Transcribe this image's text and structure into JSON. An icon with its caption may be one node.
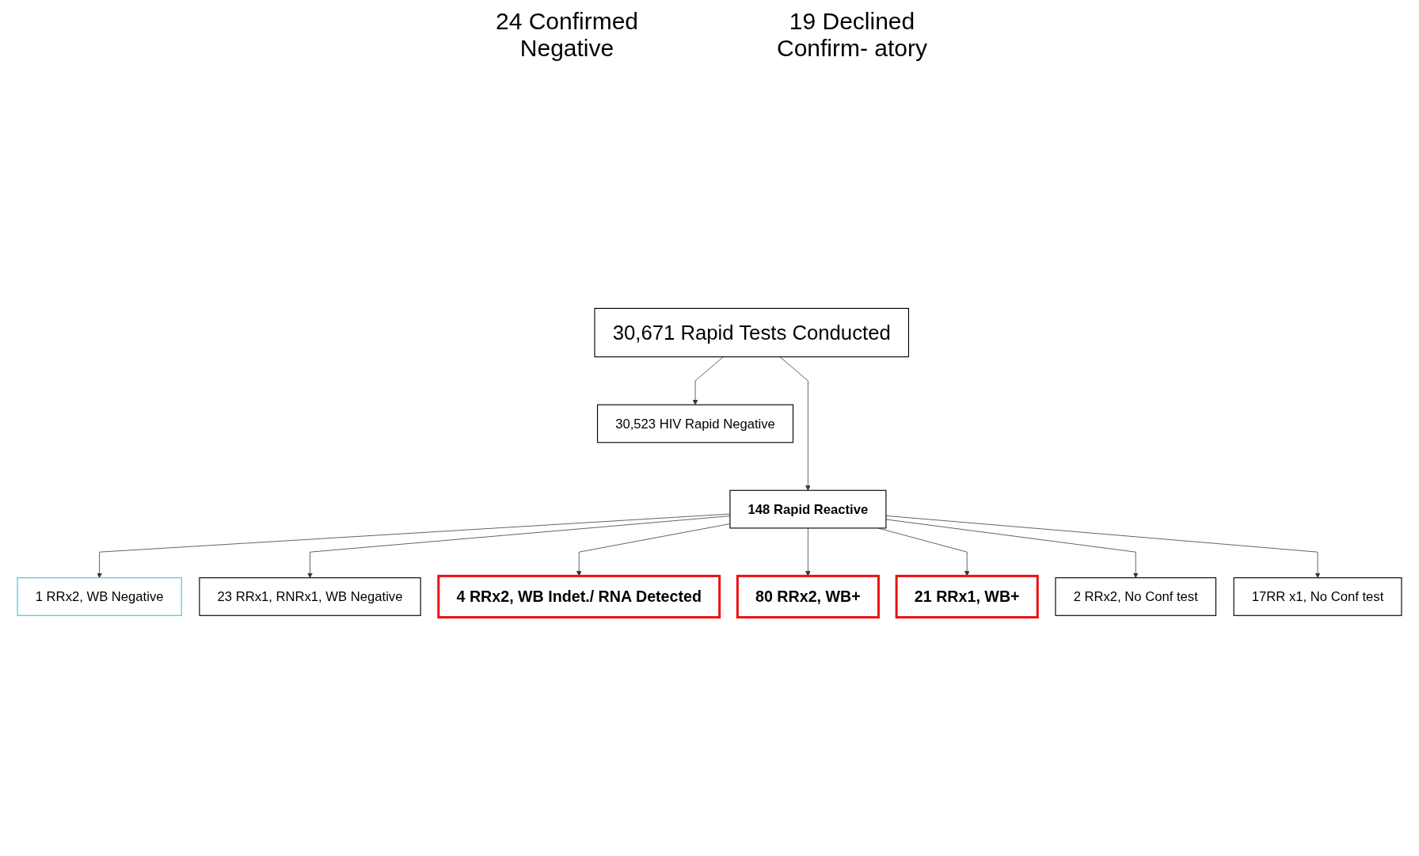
{
  "diagram": {
    "nodes": [
      {
        "text": [
          "30,671 Rapid Tests Conducted"
        ]
      },
      {
        "text": [
          "30,523 HIV Rapid Negative"
        ]
      },
      {
        "text": [
          "148 Rapid Reactive"
        ]
      },
      {
        "text": [
          "1 RRx2, WB Negative"
        ]
      },
      {
        "text": [
          "23 RRx1, RNRx1, WB Negative"
        ]
      },
      {
        "text": [
          "4 RRx2, WB Indet./ RNA Detected"
        ]
      },
      {
        "text": [
          "80 RRx2, WB+"
        ]
      },
      {
        "text": [
          "21 RRx1, WB+"
        ]
      },
      {
        "text": [
          "2 RRx2, No Conf test"
        ]
      },
      {
        "text": [
          "17RR x1, No Conf test"
        ]
      }
    ],
    "edges": [
      {
        "from": 0,
        "to": 1,
        "arrow": "to"
      },
      {
        "from": 0,
        "to": 2,
        "arrow": "to"
      },
      {
        "from": 2,
        "to": 3,
        "arrow": "to"
      },
      {
        "from": 2,
        "to": 4,
        "arrow": "to"
      },
      {
        "from": 2,
        "to": 5,
        "arrow": "to"
      },
      {
        "from": 2,
        "to": 6,
        "arrow": "to"
      },
      {
        "from": 2,
        "to": 7,
        "arrow": "to"
      },
      {
        "from": 2,
        "to": 8,
        "arrow": "to"
      },
      {
        "from": 2,
        "to": 9,
        "arrow": "to"
      }
    ],
    "labels": [
      "24 Confirmed Negative",
      "19 Declined Confirm- atory"
    ]
  }
}
